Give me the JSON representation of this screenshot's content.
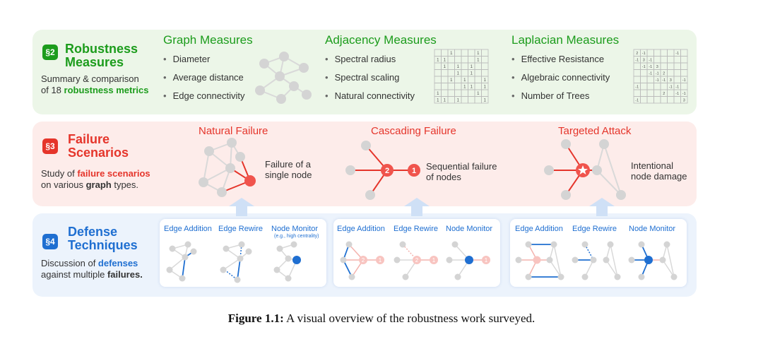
{
  "colors": {
    "green": "#1c9c1c",
    "red": "#e5352b",
    "blue": "#1f6fd1",
    "node_gray": "#d4d4d4",
    "edge_gray": "#d9d9d9"
  },
  "robustness": {
    "badge": "§2",
    "title_line1": "Robustness",
    "title_line2": "Measures",
    "desc_line1": "Summary & comparison",
    "desc_line2_pre": "of 18 ",
    "desc_line2_em": "robustness metrics",
    "columns": [
      {
        "title": "Graph Measures",
        "items": [
          "Diameter",
          "Average distance",
          "Edge connectivity"
        ]
      },
      {
        "title": "Adjacency Measures",
        "items": [
          "Spectral radius",
          "Spectral scaling",
          "Natural connectivity"
        ]
      },
      {
        "title": "Laplacian Measures",
        "items": [
          "Effective Resistance",
          "Algebraic connectivity",
          "Number of Trees"
        ]
      }
    ]
  },
  "failure": {
    "badge": "§3",
    "title_line1": "Failure",
    "title_line2": "Scenarios",
    "desc_pre": "Study of ",
    "desc_em1": "failure scenarios",
    "desc_mid": "on various ",
    "desc_em2": "graph",
    "desc_post": " types.",
    "scenarios": [
      {
        "title": "Natural Failure",
        "desc_line1": "Failure of a",
        "desc_line2": "single node"
      },
      {
        "title": "Cascading Failure",
        "desc_line1": "Sequential failure",
        "desc_line2": "of nodes",
        "node_labels": [
          "2",
          "1"
        ]
      },
      {
        "title": "Targeted Attack",
        "desc_line1": "Intentional",
        "desc_line2": "node damage"
      }
    ]
  },
  "defense": {
    "badge": "§4",
    "title_line1": "Defense",
    "title_line2": "Techniques",
    "desc_line1_pre": "Discussion of ",
    "desc_line1_em": "defenses",
    "desc_line2_pre": "against multiple ",
    "desc_line2_em": "failures.",
    "panels": [
      {
        "labels": [
          "Edge Addition",
          "Edge Rewire",
          "Node Monitor"
        ],
        "sublabel": "(e.g., high centrality)"
      },
      {
        "labels": [
          "Edge Addition",
          "Edge Rewire",
          "Node Monitor"
        ],
        "node_labels": [
          "2",
          "1",
          "2",
          "1",
          "1"
        ]
      },
      {
        "labels": [
          "Edge Addition",
          "Edge Rewire",
          "Node Monitor"
        ]
      }
    ]
  },
  "matrices": {
    "adjacency_cells": [
      "1",
      "1",
      "1",
      "1",
      "1",
      "1",
      "1",
      "1",
      "1",
      "1",
      "1",
      "1",
      "1",
      "1",
      "1",
      "1",
      "1",
      "1",
      "1",
      "1",
      "1",
      "1"
    ],
    "laplacian_cells": [
      "2",
      "-1",
      "-1",
      "-1",
      "3",
      "-1",
      "-1",
      "-1",
      "3",
      "-1",
      "-1",
      "2",
      "-1",
      "-1",
      "3",
      "-1",
      "-1",
      "-1",
      "-1",
      "2",
      "-1",
      "-1",
      "-1",
      "3"
    ]
  },
  "caption": {
    "label": "Figure 1.1:",
    "text": " A visual overview of the robustness work surveyed."
  }
}
